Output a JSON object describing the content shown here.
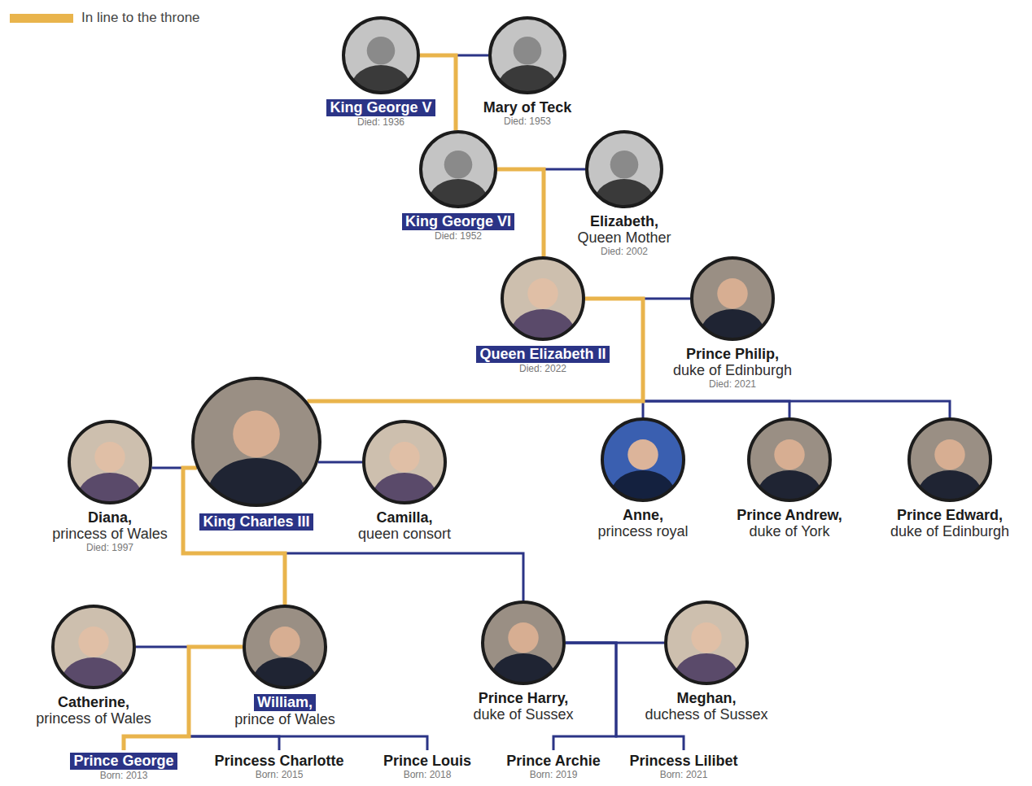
{
  "diagram": {
    "nodes": [
      {
        "text": [
          "King George V",
          "Died: 1936"
        ]
      },
      {
        "text": [
          "Mary of Teck",
          "Died: 1953"
        ]
      },
      {
        "text": [
          "King George VI",
          "Died: 1952"
        ]
      },
      {
        "text": [
          "Elizabeth,",
          "Queen Mother",
          "Died: 2002"
        ]
      },
      {
        "text": [
          "Queen Elizabeth II",
          "Died: 2022"
        ]
      },
      {
        "text": [
          "Prince Philip,",
          "duke of Edinburgh",
          "Died: 2021"
        ]
      },
      {
        "text": [
          "Diana,",
          "princess of Wales",
          "Died: 1997"
        ]
      },
      {
        "text": [
          "King Charles III"
        ]
      },
      {
        "text": [
          "Camilla,",
          "queen consort"
        ]
      },
      {
        "text": [
          "Anne,",
          "princess royal"
        ]
      },
      {
        "text": [
          "Prince Andrew,",
          "duke of York"
        ]
      },
      {
        "text": [
          "Prince Edward,",
          "duke of Edinburgh"
        ]
      },
      {
        "text": [
          "Catherine,",
          "princess of Wales"
        ]
      },
      {
        "text": [
          "William,",
          "prince of Wales"
        ]
      },
      {
        "text": [
          "Prince Harry,",
          "duke of Sussex"
        ]
      },
      {
        "text": [
          "Meghan,",
          "duchess of Sussex"
        ]
      },
      {
        "text": [
          "Prince George",
          "Born: 2013"
        ]
      },
      {
        "text": [
          "Princess Charlotte",
          "Born: 2015"
        ]
      },
      {
        "text": [
          "Prince Louis",
          "Born: 2018"
        ]
      },
      {
        "text": [
          "Prince Archie",
          "Born: 2019"
        ]
      },
      {
        "text": [
          "Princess Lilibet",
          "Born: 2021"
        ]
      }
    ],
    "edges": [
      {
        "from": 0,
        "to": 1,
        "arrow": "none"
      },
      {
        "from": 0,
        "to": 2,
        "arrow": "none"
      },
      {
        "from": 2,
        "to": 3,
        "arrow": "none"
      },
      {
        "from": 2,
        "to": 4,
        "arrow": "none"
      },
      {
        "from": 4,
        "to": 5,
        "arrow": "none"
      },
      {
        "from": 4,
        "to": 7,
        "arrow": "none"
      },
      {
        "from": 4,
        "to": 9,
        "arrow": "none"
      },
      {
        "from": 4,
        "to": 10,
        "arrow": "none"
      },
      {
        "from": 4,
        "to": 11,
        "arrow": "none"
      },
      {
        "from": 6,
        "to": 7,
        "arrow": "none"
      },
      {
        "from": 7,
        "to": 8,
        "arrow": "none"
      },
      {
        "from": 7,
        "to": 13,
        "arrow": "none"
      },
      {
        "from": 7,
        "to": 14,
        "arrow": "none"
      },
      {
        "from": 12,
        "to": 13,
        "arrow": "none"
      },
      {
        "from": 13,
        "to": 16,
        "arrow": "none"
      },
      {
        "from": 13,
        "to": 17,
        "arrow": "none"
      },
      {
        "from": 13,
        "to": 18,
        "arrow": "none"
      },
      {
        "from": 14,
        "to": 15,
        "arrow": "none"
      },
      {
        "from": 14,
        "to": 19,
        "arrow": "none"
      },
      {
        "from": 14,
        "to": 20,
        "arrow": "none"
      }
    ],
    "legend": [
      {
        "text": "In line to the throne",
        "color": "#e9b44c"
      }
    ]
  }
}
